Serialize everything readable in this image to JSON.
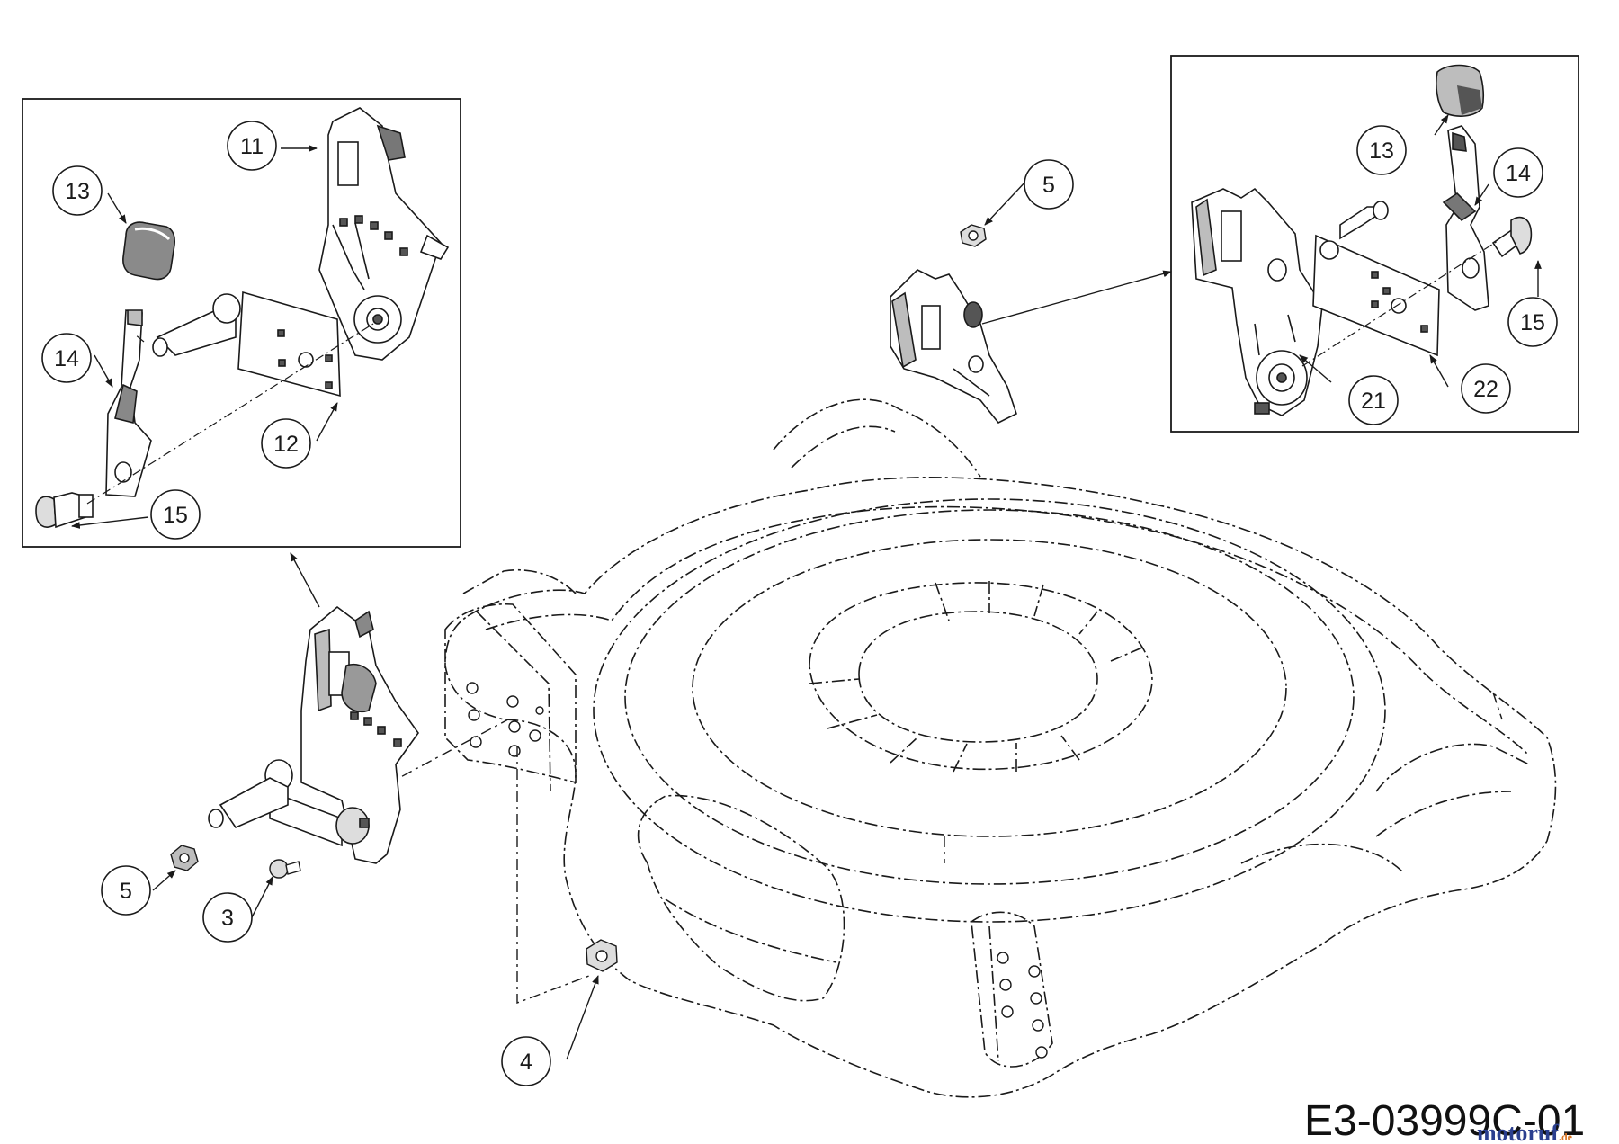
{
  "callouts_left_box": [
    {
      "id": "c11",
      "number": "11"
    },
    {
      "id": "c13",
      "number": "13"
    },
    {
      "id": "c14",
      "number": "14"
    },
    {
      "id": "c12",
      "number": "12"
    },
    {
      "id": "c15",
      "number": "15"
    }
  ],
  "callouts_right_box": [
    {
      "id": "c13r",
      "number": "13"
    },
    {
      "id": "c14r",
      "number": "14"
    },
    {
      "id": "c15r",
      "number": "15"
    },
    {
      "id": "c21",
      "number": "21"
    },
    {
      "id": "c22",
      "number": "22"
    }
  ],
  "callouts_main": [
    {
      "id": "c5top",
      "number": "5"
    },
    {
      "id": "c5",
      "number": "5"
    },
    {
      "id": "c3",
      "number": "3"
    },
    {
      "id": "c4",
      "number": "4"
    }
  ],
  "diagram_code": "E3-03999C-01",
  "watermark": {
    "main": "motoruf",
    "suffix": ".de",
    "color": "#2b3f8f",
    "accent": "#d9731f"
  },
  "colors": {
    "line": "#1a1a1a",
    "part_fill": "#ffffff",
    "shade": "#cfcfcf",
    "dark": "#555555"
  }
}
